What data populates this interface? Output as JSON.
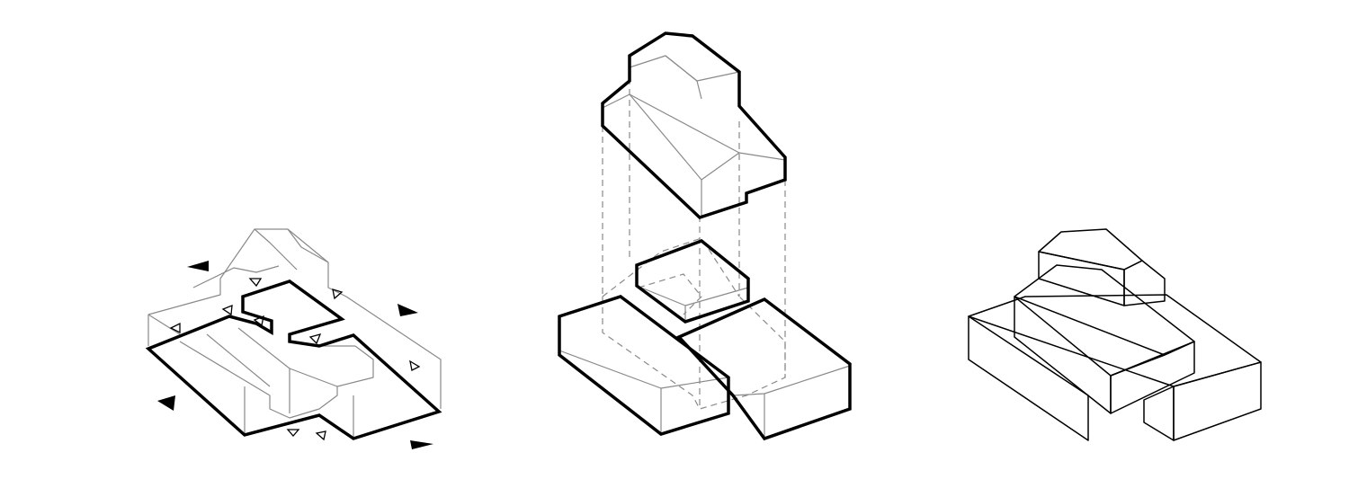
{
  "diagrams": [
    {
      "id": "circulation-plan",
      "icon": "arrow-markers-icon"
    },
    {
      "id": "exploded-massing",
      "icon": "exploded-axonometric-icon"
    },
    {
      "id": "material-axonometric",
      "icon": "hatched-building-icon"
    }
  ],
  "colors": {
    "line": "#000000",
    "secondary_line": "#8a8a8a",
    "background": "#ffffff"
  }
}
